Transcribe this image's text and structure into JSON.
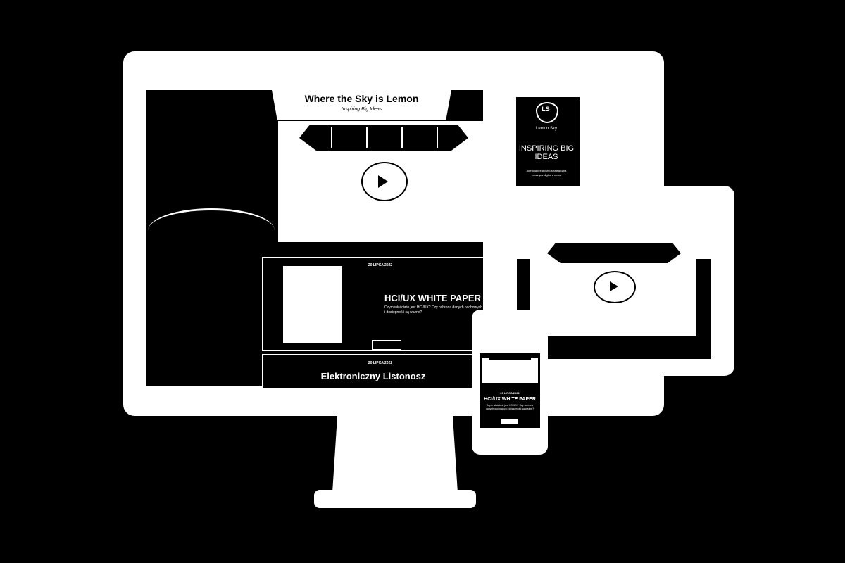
{
  "desktop": {
    "hero": {
      "title": "Where the Sky is Lemon",
      "subtitle": "Inspiring Big Ideas"
    },
    "cards": [
      {
        "date": "20 LIPCA 2022",
        "title": "HCI/UX WHITE PAPER",
        "text": "Czym właściwie jest HCI/UX? Czy ochrona danych osobowych i dostępność są ważne?"
      },
      {
        "date": "20 LIPCA 2022",
        "title": "Elektroniczny Listonosz"
      }
    ]
  },
  "brochure": {
    "logo_text": "LS",
    "brand": "Lemon Sky",
    "title": "INSPIRING BIG IDEAS",
    "text": "Agencja kreatywno-strategiczna tworząca digital z mocą"
  },
  "phone": {
    "date": "20 LIPCA 2022",
    "title": "HCI/UX WHITE PAPER",
    "text": "Czym właściwie jest HCI/UX? Czy ochrona danych osobowych i dostępność są ważne?"
  },
  "icons": [
    "play-icon",
    "lemon-sky-logo-icon"
  ]
}
